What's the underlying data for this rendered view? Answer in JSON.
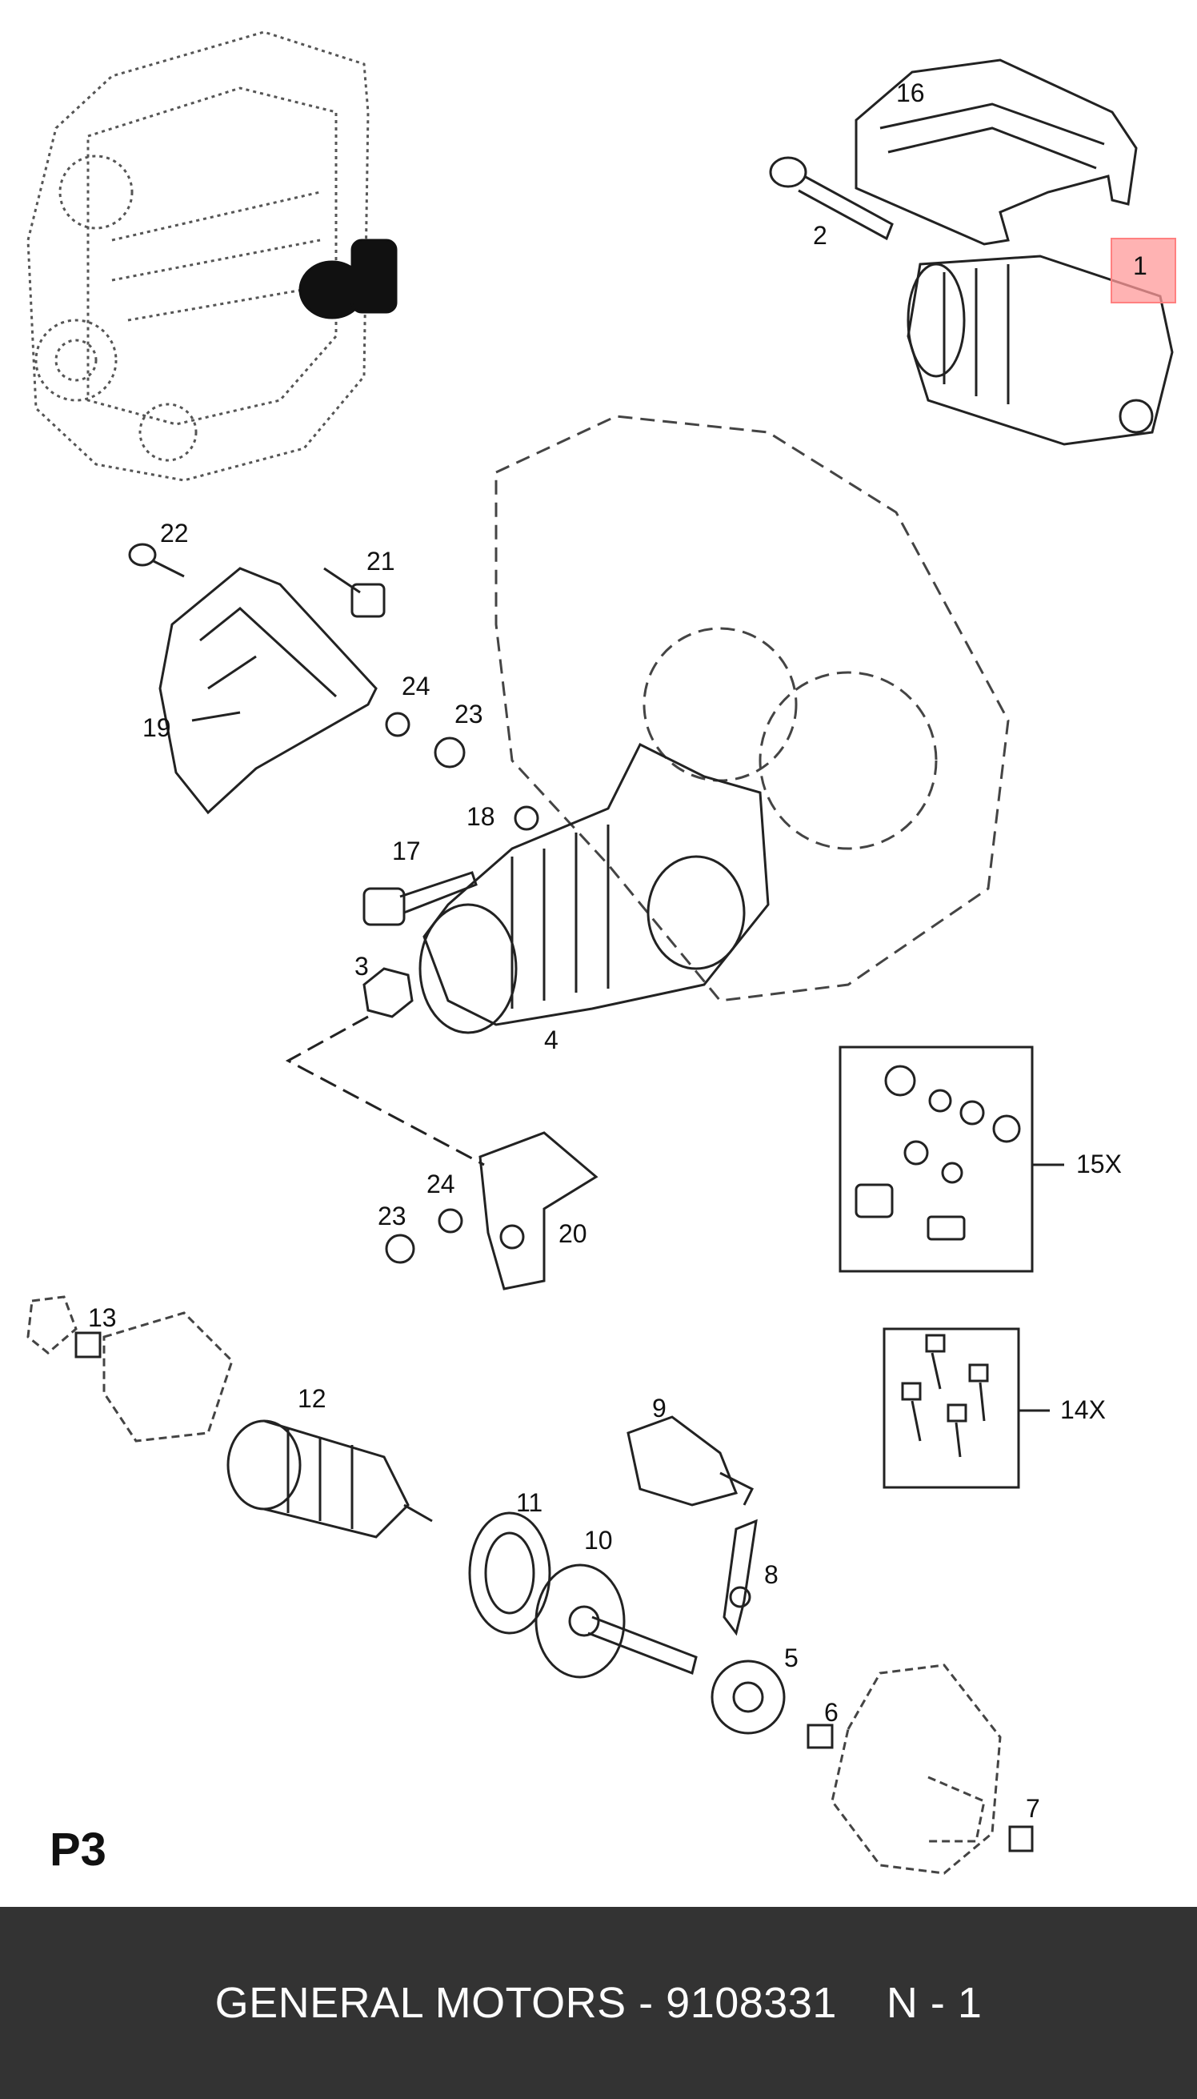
{
  "page_code": "P3",
  "highlight_color": "#ff9999",
  "footer": {
    "text": "GENERAL MOTORS - 9108331    N - 1",
    "background": "#333333"
  },
  "callouts": {
    "c1": "1",
    "c2": "2",
    "c3": "3",
    "c4": "4",
    "c5": "5",
    "c6": "6",
    "c7": "7",
    "c8": "8",
    "c9": "9",
    "c10": "10",
    "c11": "11",
    "c12": "12",
    "c13": "13",
    "c14x": "14X",
    "c15x": "15X",
    "c16": "16",
    "c17": "17",
    "c18": "18",
    "c19": "19",
    "c20": "20",
    "c21": "21",
    "c22": "22",
    "c23a": "23",
    "c23b": "23",
    "c24a": "24",
    "c24b": "24"
  }
}
